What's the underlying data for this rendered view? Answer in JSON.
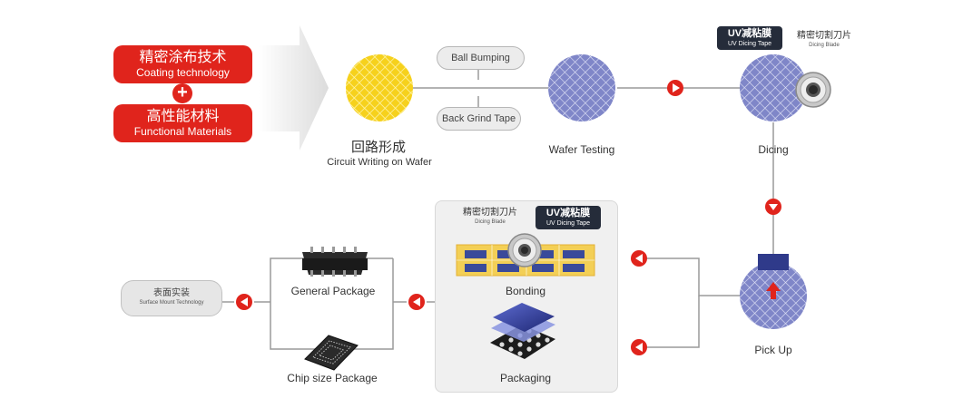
{
  "materials": {
    "coating_cn": "精密涂布技术",
    "coating_en": "Coating technology",
    "plus": "+",
    "functional_cn": "高性能材料",
    "functional_en": "Functional Materials"
  },
  "process": {
    "circuit_cn": "回路形成",
    "circuit_en": "Circuit Writing on Wafer",
    "ball_bumping": "Ball Bumping",
    "back_grind_tape": "Back Grind Tape",
    "wafer_testing": "Wafer Testing",
    "dicing": "Dicing",
    "pick_up": "Pick Up",
    "bonding": "Bonding",
    "packaging": "Packaging",
    "general_package": "General Package",
    "chip_size_package": "Chip size Package",
    "smt_cn": "表面实装",
    "smt_en": "Surface Mount Technology"
  },
  "tags": {
    "uv_tape_cn": "UV减粘膜",
    "uv_tape_en": "UV Dicing Tape",
    "blade_cn": "精密切割刀片",
    "blade_en": "Dicing Blade"
  },
  "colors": {
    "accent_red": "#e0241c",
    "wafer_yellow": "#f6d11c",
    "wafer_blue": "#7f86c8",
    "tag_dark": "#252c3a",
    "line_gray": "#9a9a9a"
  }
}
